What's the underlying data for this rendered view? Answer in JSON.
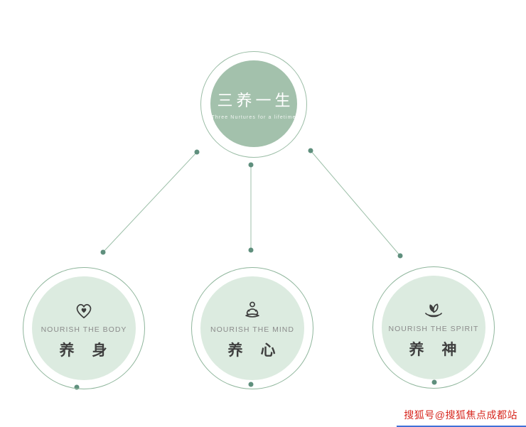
{
  "title_circle": {
    "title": "三养一生",
    "subtitle": "Three Nurtures for a lifetime"
  },
  "nodes": [
    {
      "en": "NOURISH THE BODY",
      "zh": "养　身",
      "icon": "heart-hands-icon"
    },
    {
      "en": "NOURISH THE MIND",
      "zh": "养　心",
      "icon": "meditation-icon"
    },
    {
      "en": "NOURISH THE SPIRIT",
      "zh": "养　神",
      "icon": "leaf-dish-icon"
    }
  ],
  "watermark": "搜狐号@搜狐焦点成都站",
  "colors": {
    "top_fill": "#a3c1ac",
    "node_fill": "#dcebe0",
    "ring": "#8fb69c",
    "line": "#9cbfa8",
    "dot": "#5f8f7d",
    "icon": "#3d3d3d",
    "watermark": "#d7281f"
  }
}
